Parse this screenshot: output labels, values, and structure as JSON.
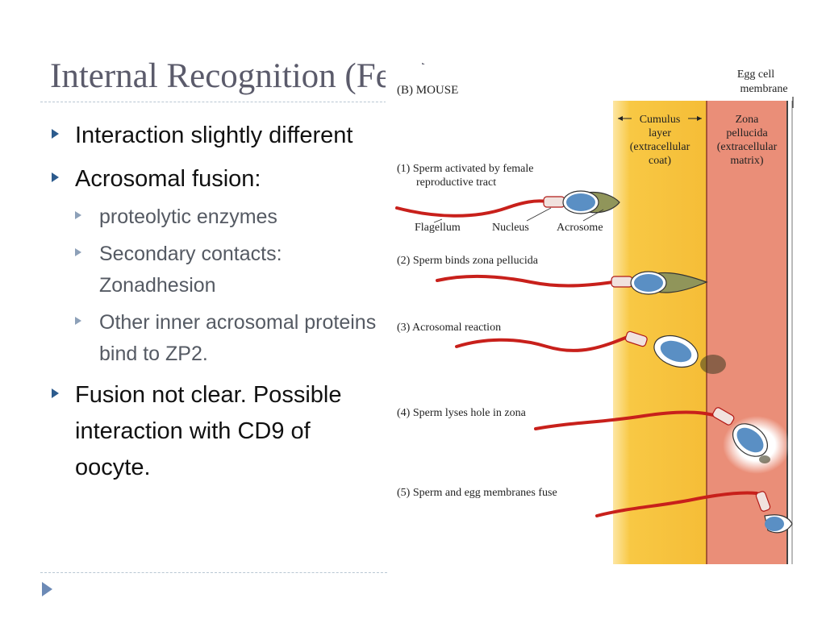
{
  "slide": {
    "title": "Internal Recognition (Fert.)"
  },
  "bullets": [
    {
      "text": "Interaction slightly different"
    },
    {
      "text": "Acrosomal fusion:",
      "sub": [
        {
          "text": "proteolytic enzymes"
        },
        {
          "text": "Secondary contacts: Zonadhesion"
        },
        {
          "text": "Other inner acrosomal proteins bind to ZP2."
        }
      ]
    },
    {
      "text": "Fusion not clear. Possible interaction with CD9 of oocyte."
    }
  ],
  "figure": {
    "panel_label": "(B) MOUSE",
    "egg_membrane_label": [
      "Egg cell",
      "membrane"
    ],
    "cumulus_label": [
      "Cumulus",
      "layer",
      "(extracellular",
      "coat)"
    ],
    "zona_label": [
      "Zona",
      "pellucida",
      "(extracellular",
      "matrix)"
    ],
    "steps": [
      [
        "(1) Sperm activated by female",
        "reproductive tract"
      ],
      [
        "(2) Sperm binds zona pellucida"
      ],
      [
        "(3) Acrosomal reaction"
      ],
      [
        "(4) Sperm lyses hole in zona"
      ],
      [
        "(5) Sperm and egg membranes fuse"
      ]
    ],
    "part_labels": {
      "flagellum": "Flagellum",
      "nucleus": "Nucleus",
      "acrosome": "Acrosome"
    },
    "colors": {
      "cumulus": "#f8c844",
      "zona": "#ea8e78",
      "flagellum": "#c8201b",
      "nucleus": "#5a8fc4",
      "acrosome": "#90955a"
    }
  },
  "icons": {
    "bullet": "triangle-right",
    "footer": "triangle-right"
  }
}
